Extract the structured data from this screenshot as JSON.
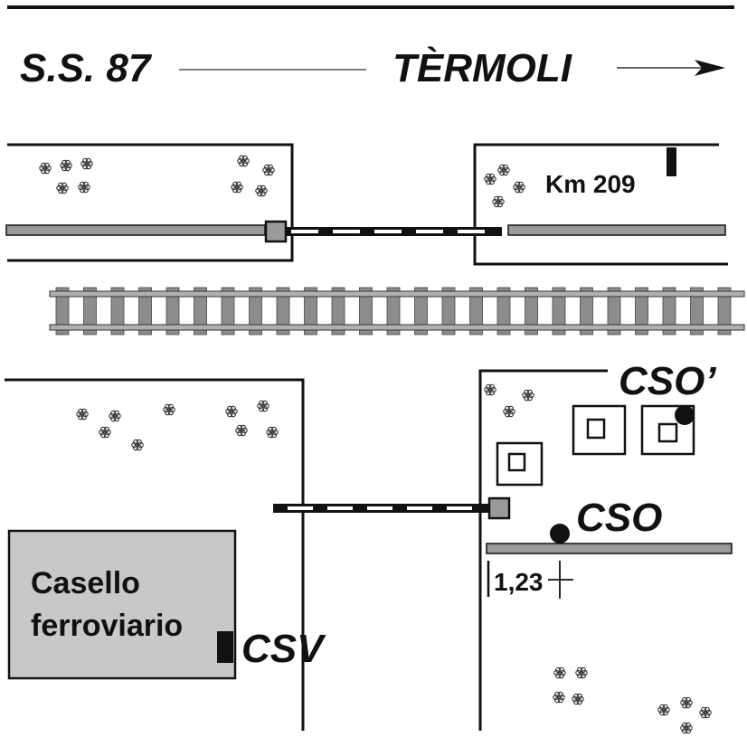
{
  "header": {
    "road": "S.S. 87",
    "destination": "TÈRMOLI"
  },
  "labels": {
    "km_marker": "Km 209",
    "cso_prime": "CSO’",
    "cso": "CSO",
    "csv": "CSV",
    "distance": "1,23",
    "building_line1": "Casello",
    "building_line2": "ferroviario"
  },
  "colors": {
    "ink": "#111111",
    "barrier_gray": "#9a9a9a",
    "rail_gray": "#8c8c8c",
    "building_fill": "#c8c8c8"
  }
}
